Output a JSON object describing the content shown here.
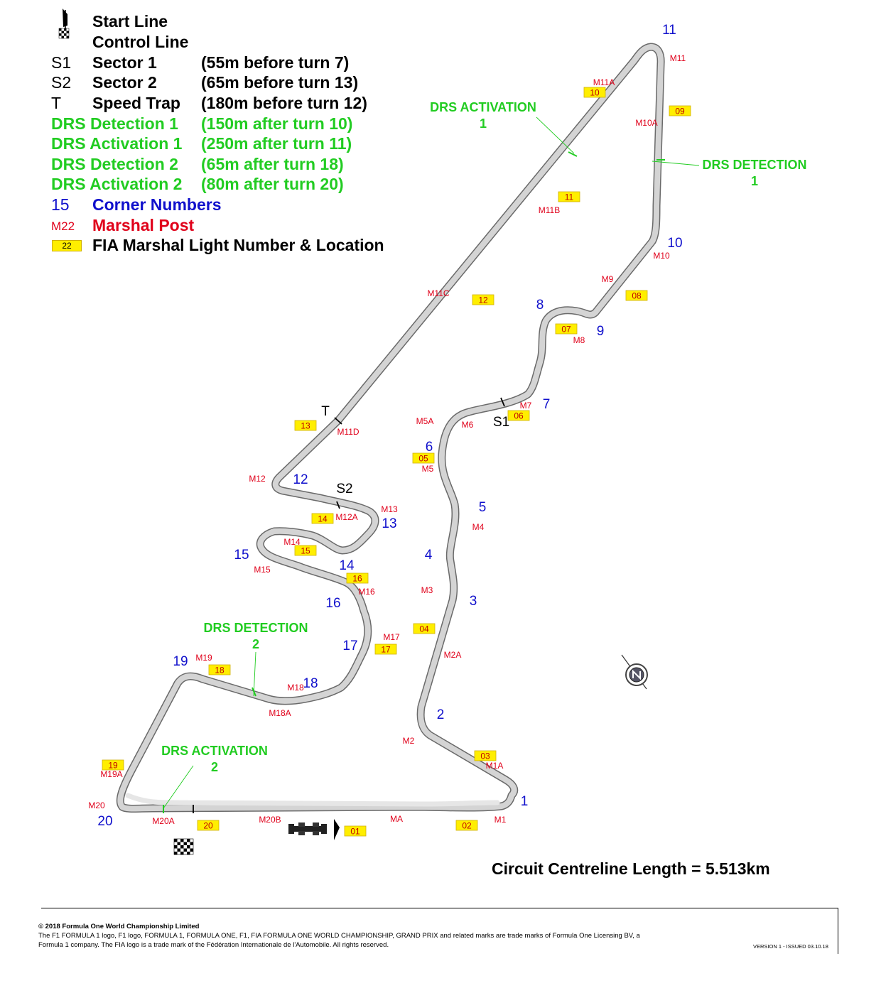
{
  "legend": [
    {
      "symbol": "",
      "label": "Start Line",
      "desc": "",
      "color": "#000000"
    },
    {
      "symbol": "",
      "label": "Control Line",
      "desc": "",
      "color": "#000000"
    },
    {
      "symbol": "S1",
      "label": "Sector 1",
      "desc": "(55m before turn 7)",
      "color": "#000000"
    },
    {
      "symbol": "S2",
      "label": "Sector 2",
      "desc": "(65m before turn 13)",
      "color": "#000000"
    },
    {
      "symbol": "T",
      "label": "Speed Trap",
      "desc": "(180m before turn 12)",
      "color": "#000000"
    },
    {
      "symbol": "",
      "label": "DRS Detection 1",
      "desc": "(150m after turn 10)",
      "color": "#22cc22"
    },
    {
      "symbol": "",
      "label": "DRS Activation 1",
      "desc": "(250m after turn 11)",
      "color": "#22cc22"
    },
    {
      "symbol": "",
      "label": "DRS Detection 2",
      "desc": "(65m after turn 18)",
      "color": "#22cc22"
    },
    {
      "symbol": "",
      "label": "DRS Activation 2",
      "desc": "(80m after turn 20)",
      "color": "#22cc22"
    },
    {
      "symbol": "15",
      "label": "Corner Numbers",
      "desc": "",
      "color": "#1010cc"
    },
    {
      "symbol": "M22",
      "label": "Marshal Post",
      "desc": "",
      "color": "#e0001a"
    },
    {
      "symbol": "22",
      "label": "FIA Marshal Light Number & Location",
      "desc": "",
      "color": "#000000"
    }
  ],
  "corners": [
    "1",
    "2",
    "3",
    "4",
    "5",
    "6",
    "7",
    "8",
    "9",
    "10",
    "11",
    "12",
    "13",
    "14",
    "15",
    "16",
    "17",
    "18",
    "19",
    "20"
  ],
  "marshal_posts": [
    "M1",
    "M1A",
    "M2",
    "M2A",
    "M3",
    "M4",
    "M5",
    "M5A",
    "M6",
    "M7",
    "M8",
    "M9",
    "M10",
    "M10A",
    "M11",
    "M11A",
    "M11B",
    "M11C",
    "M11D",
    "M12",
    "M12A",
    "M13",
    "M14",
    "M15",
    "M16",
    "M17",
    "M18",
    "M18A",
    "M19",
    "M19A",
    "M20",
    "M20A",
    "M20B",
    "MA"
  ],
  "marshal_lights": [
    "01",
    "02",
    "03",
    "04",
    "05",
    "06",
    "07",
    "08",
    "09",
    "10",
    "11",
    "12",
    "13",
    "14",
    "15",
    "16",
    "17",
    "18",
    "19",
    "20"
  ],
  "drs_zones": [
    {
      "label": "DRS ACTIVATION",
      "number": "1"
    },
    {
      "label": "DRS DETECTION",
      "number": "1"
    },
    {
      "label": "DRS DETECTION",
      "number": "2"
    },
    {
      "label": "DRS ACTIVATION",
      "number": "2"
    }
  ],
  "timing_labels": {
    "s1": "S1",
    "s2": "S2",
    "trap": "T"
  },
  "circuit_length": "Circuit Centreline Length = 5.513km",
  "footer": {
    "copyright": "© 2018 Formula One World Championship Limited",
    "line1": "The F1 FORMULA 1 logo, F1 logo, FORMULA 1, FORMULA ONE, F1, FIA FORMULA ONE WORLD CHAMPIONSHIP, GRAND PRIX and related marks are trade marks of Formula One Licensing BV, a",
    "line2": "Formula 1 company. The FIA logo is a trade mark of the Fédération Internationale de l'Automobile. All rights reserved.",
    "version": "VERSION 1 - ISSUED 03.10.18"
  },
  "colors": {
    "track": "#d4d4d4",
    "track_edge": "#6a6a6a",
    "corner": "#1010cc",
    "marshal": "#e0001a",
    "light_fill": "#ffee00",
    "drs": "#22cc22"
  },
  "icons": [
    "compass-icon",
    "chequered-flag-icon",
    "start-flag-icon",
    "car-icon"
  ]
}
